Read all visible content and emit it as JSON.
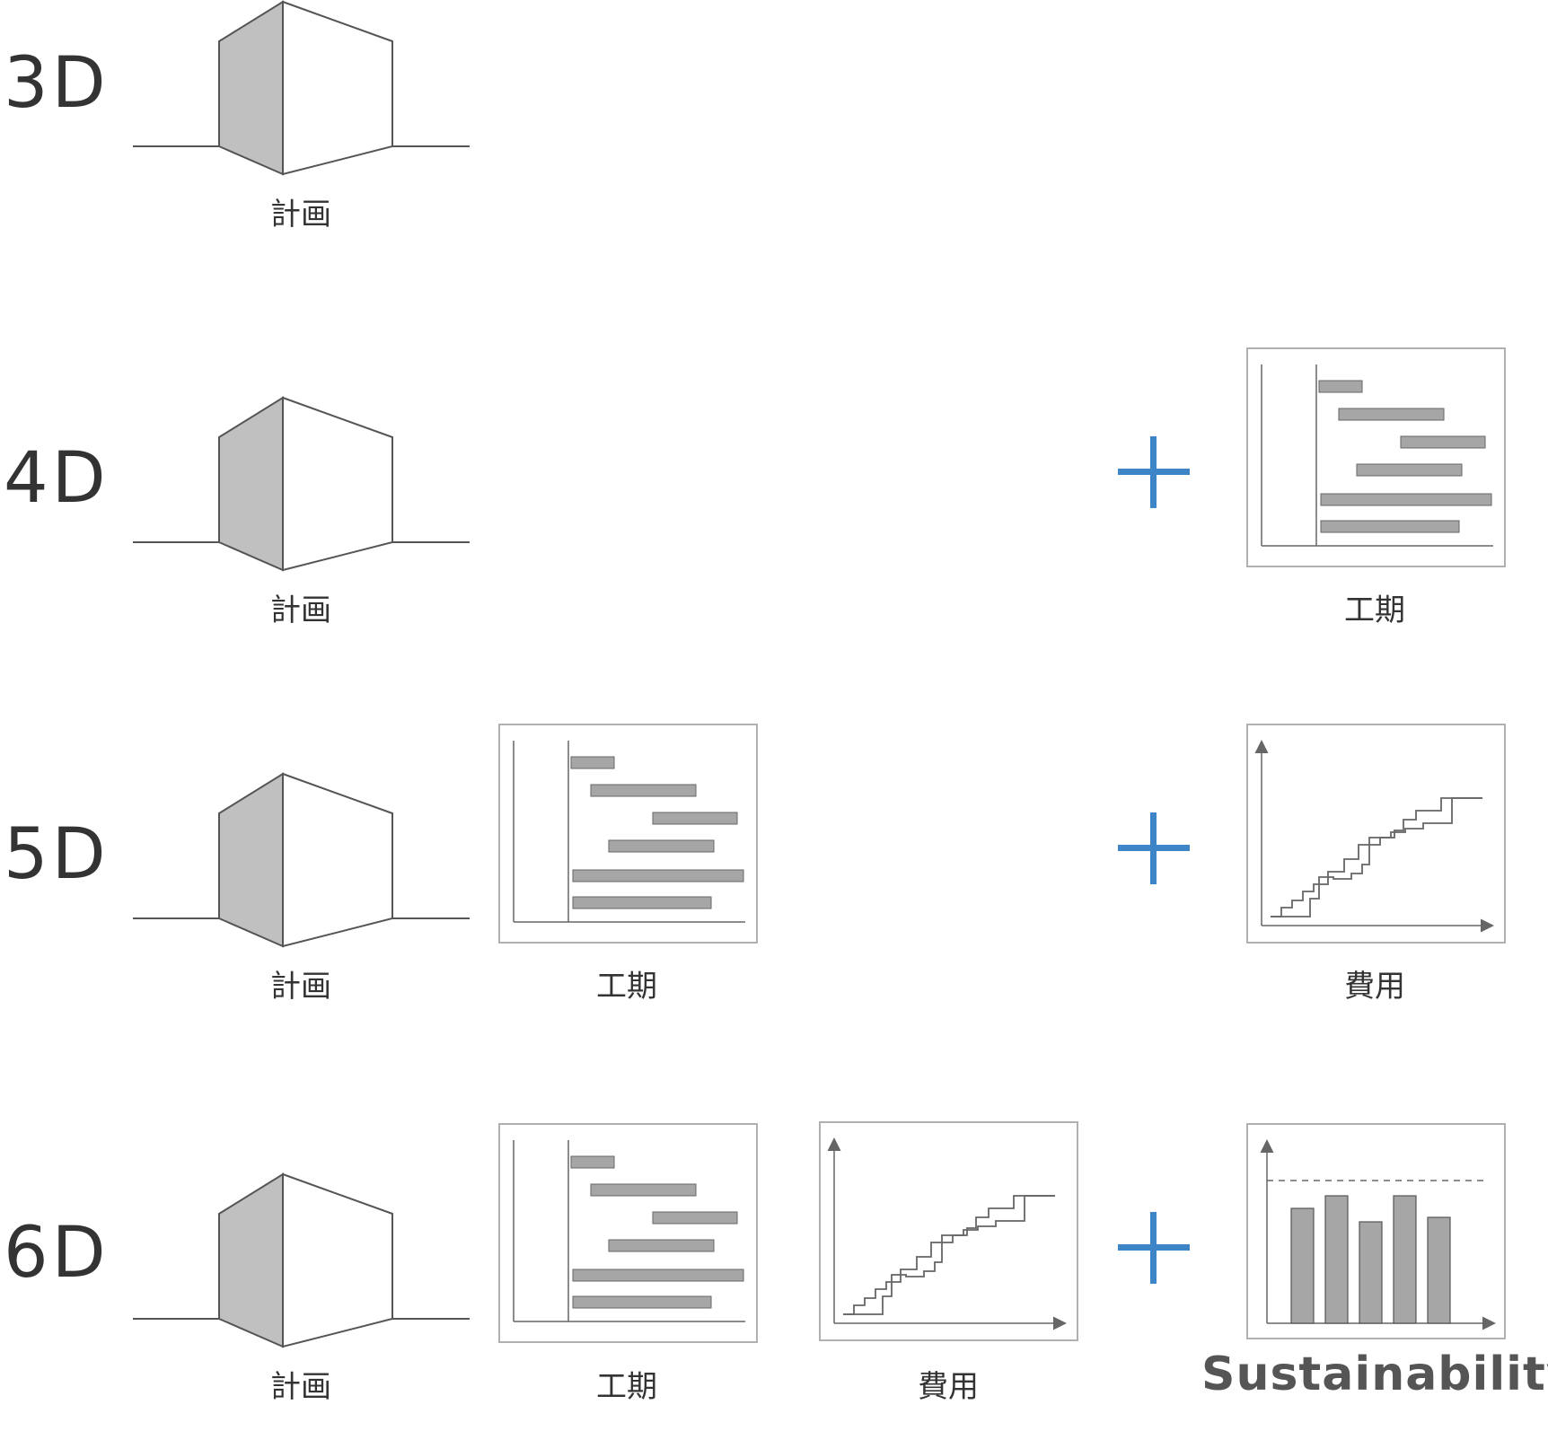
{
  "rows": [
    {
      "dimension": "3D",
      "items": [
        {
          "type": "building",
          "caption": "計画"
        }
      ]
    },
    {
      "dimension": "4D",
      "items": [
        {
          "type": "building",
          "caption": "計画"
        },
        {
          "type": "schedule",
          "caption": "工期",
          "added": true
        }
      ]
    },
    {
      "dimension": "5D",
      "items": [
        {
          "type": "building",
          "caption": "計画"
        },
        {
          "type": "schedule",
          "caption": "工期"
        },
        {
          "type": "cost",
          "caption": "費用",
          "added": true
        }
      ]
    },
    {
      "dimension": "6D",
      "items": [
        {
          "type": "building",
          "caption": "計画"
        },
        {
          "type": "schedule",
          "caption": "工期"
        },
        {
          "type": "cost",
          "caption": "費用"
        },
        {
          "type": "sustainability",
          "caption": "Sustainability",
          "added": true
        }
      ]
    }
  ],
  "colors": {
    "accent_plus": "#3d85c6",
    "stroke": "#555555",
    "frame": "#b0b0b0",
    "fill_gray": "#a6a6a6",
    "text": "#333333"
  },
  "icons": [
    "building-icon",
    "gantt-chart-icon",
    "cost-curve-icon",
    "bar-chart-icon",
    "plus-icon"
  ]
}
